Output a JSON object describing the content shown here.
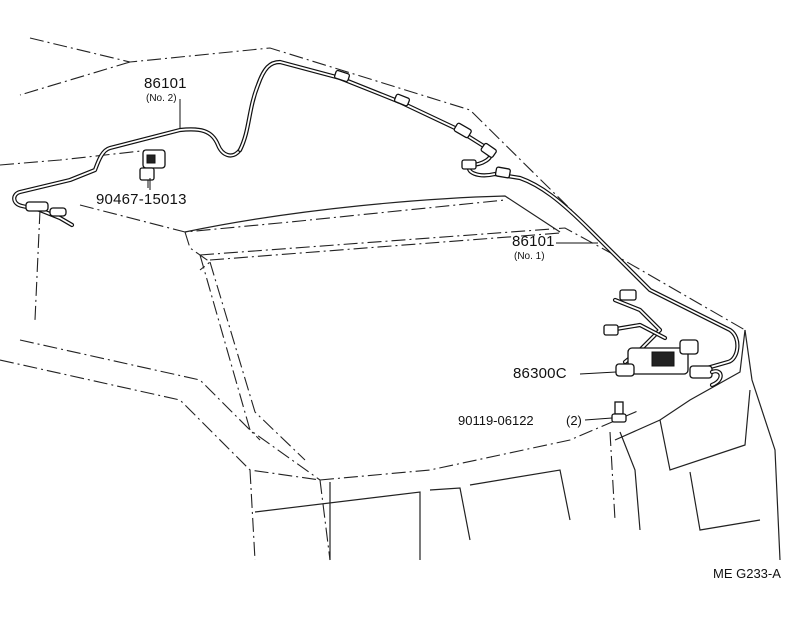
{
  "labels": {
    "hose_no2": {
      "part_number": "86101",
      "sub": "(No. 2)"
    },
    "clip": {
      "part_number": "90467-15013"
    },
    "hose_no1": {
      "part_number": "86101",
      "sub": "(No. 1)"
    },
    "motor": {
      "part_number": "86300C"
    },
    "screw": {
      "part_number": "90119-06122",
      "qty": "(2)"
    }
  },
  "figure_code": "ME G233-A"
}
